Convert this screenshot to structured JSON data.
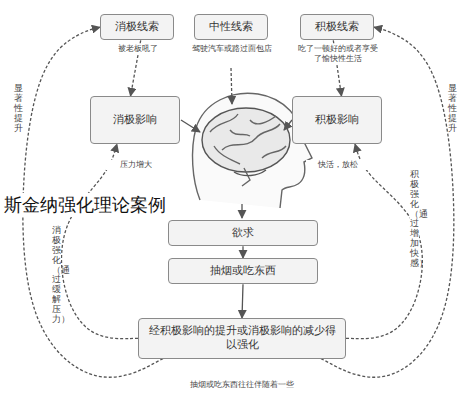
{
  "diagram": {
    "title": "斯金纳强化理论案例",
    "nodes": [
      {
        "text": [
          "消极线索"
        ]
      },
      {
        "text": [
          "中性线索"
        ]
      },
      {
        "text": [
          "积极线索"
        ]
      },
      {
        "text": [
          "消极影响"
        ]
      },
      {
        "text": [
          "积极影响"
        ]
      },
      {
        "text": [
          "欲求"
        ]
      },
      {
        "text": [
          "抽烟或吃东西"
        ]
      },
      {
        "text": [
          "经积极影响的提升或消极影响的减少得以强化"
        ]
      }
    ],
    "edges": [
      {
        "from": 0,
        "to": 3,
        "arrow": "to"
      },
      {
        "from": 2,
        "to": 4,
        "arrow": "to"
      },
      {
        "from": 5,
        "to": 6,
        "arrow": "to"
      },
      {
        "from": 6,
        "to": 7,
        "arrow": "to"
      },
      {
        "from": 7,
        "to": 3,
        "arrow": "to"
      },
      {
        "from": 7,
        "to": 4,
        "arrow": "to"
      },
      {
        "from": 7,
        "to": 0,
        "arrow": "to"
      },
      {
        "from": 7,
        "to": 2,
        "arrow": "to"
      }
    ],
    "labels": [
      "被老板吼了",
      "驾驶汽车或路过面包店",
      "吃了一顿好的或者享受了愉快性生活",
      "压力增大",
      "快活，放松",
      "显著性提升",
      "消极强化（通过缓解压力）",
      "积极强化（通过增加快感）",
      "显著性提升",
      "抽烟或吃东西往往伴随着一些"
    ]
  }
}
